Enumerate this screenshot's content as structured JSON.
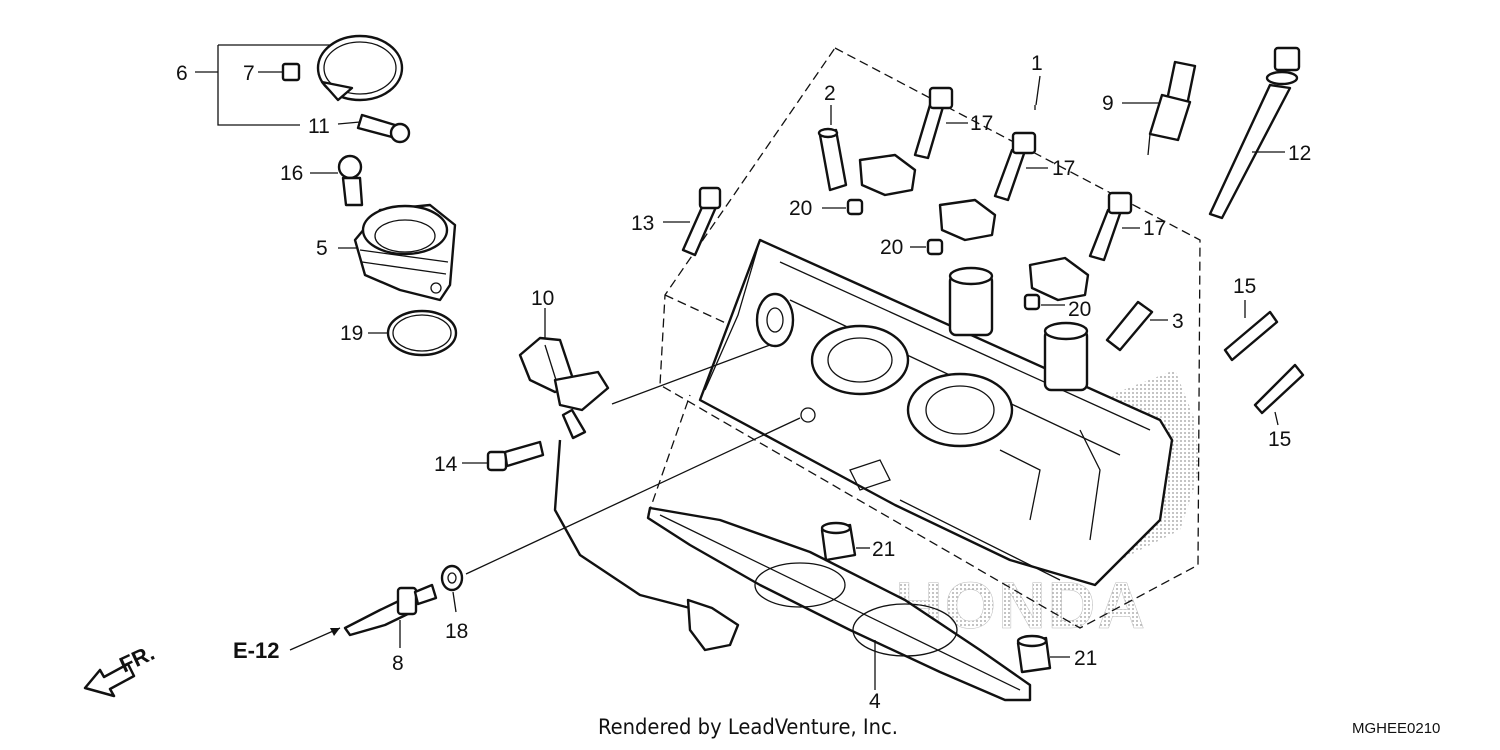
{
  "callouts": {
    "p1": "1",
    "p2": "2",
    "p3": "3",
    "p4": "4",
    "p5": "5",
    "p6": "6",
    "p7": "7",
    "p8": "8",
    "p9": "9",
    "p10": "10",
    "p11": "11",
    "p12": "12",
    "p13": "13",
    "p14": "14",
    "p15a": "15",
    "p15b": "15",
    "p16": "16",
    "p17a": "17",
    "p17b": "17",
    "p17c": "17",
    "p18": "18",
    "p19": "19",
    "p20a": "20",
    "p20b": "20",
    "p20c": "20",
    "p21a": "21",
    "p21b": "21"
  },
  "ref": {
    "label": "E-12",
    "direction": "FR."
  },
  "watermark": "HONDA",
  "footer": {
    "rendered_by": "Rendered by LeadVenture, Inc.",
    "diagram_code": "MGHEE0210"
  }
}
